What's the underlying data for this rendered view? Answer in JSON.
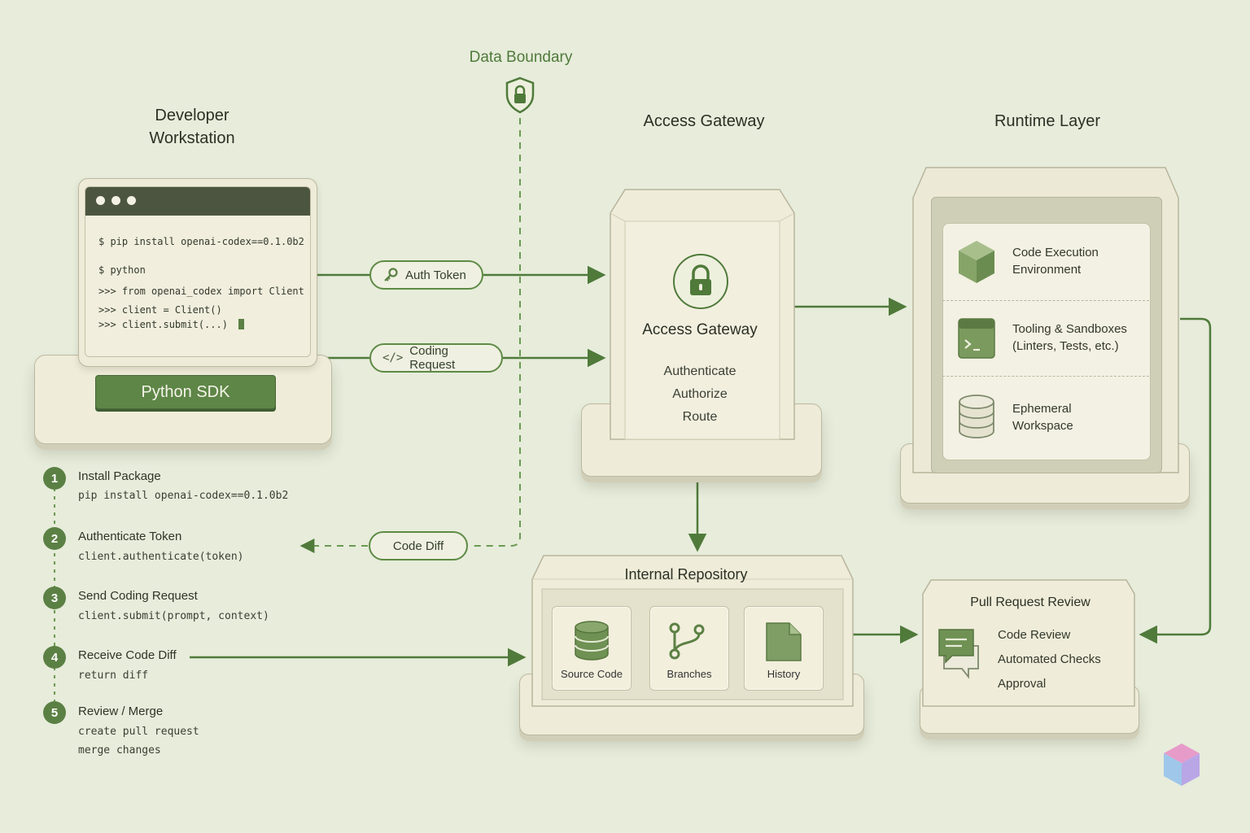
{
  "colors": {
    "accent": "#5b8044",
    "background": "#e7ecdb",
    "card": "#efeddc"
  },
  "data_boundary": {
    "label": "Data Boundary",
    "icon": "shield-lock-icon"
  },
  "developer": {
    "title_line1": "Developer",
    "title_line2": "Workstation",
    "terminal": [
      "$ pip install openai-codex==0.1.0b2",
      "$ python",
      ">>> from openai_codex import Client",
      ">>> client = Client()",
      ">>> client.submit(...)"
    ],
    "sdk_label": "Python SDK"
  },
  "flows": {
    "auth_token": "Auth Token",
    "coding_request": "Coding Request",
    "code_diff": "Code Diff"
  },
  "gateway": {
    "header": "Access Gateway",
    "title": "Access Gateway",
    "items": [
      "Authenticate",
      "Authorize",
      "Route"
    ]
  },
  "runtime": {
    "header": "Runtime Layer",
    "items": [
      {
        "line1": "Code Execution",
        "line2": "Environment",
        "icon": "cube-icon"
      },
      {
        "line1": "Tooling & Sandboxes",
        "line2": "(Linters, Tests, etc.)",
        "icon": "terminal-window-icon"
      },
      {
        "line1": "Ephemeral",
        "line2": "Workspace",
        "icon": "database-icon"
      }
    ]
  },
  "repository": {
    "title": "Internal Repository",
    "tiles": [
      {
        "label": "Source Code",
        "icon": "database-icon"
      },
      {
        "label": "Branches",
        "icon": "git-branch-icon"
      },
      {
        "label": "History",
        "icon": "document-icon"
      }
    ]
  },
  "pr_review": {
    "title": "Pull Request Review",
    "items": [
      "Code Review",
      "Automated Checks",
      "Approval"
    ],
    "icon": "chat-bubbles-icon"
  },
  "steps": [
    {
      "num": "1",
      "title": "Install Package",
      "code": [
        "pip install openai-codex==0.1.0b2"
      ]
    },
    {
      "num": "2",
      "title": "Authenticate Token",
      "code": [
        "client.authenticate(token)"
      ]
    },
    {
      "num": "3",
      "title": "Send Coding Request",
      "code": [
        "client.submit(prompt, context)"
      ]
    },
    {
      "num": "4",
      "title": "Receive Code Diff",
      "code": [
        "return diff"
      ]
    },
    {
      "num": "5",
      "title": "Review / Merge",
      "code": [
        "create pull request",
        "merge changes"
      ]
    }
  ]
}
